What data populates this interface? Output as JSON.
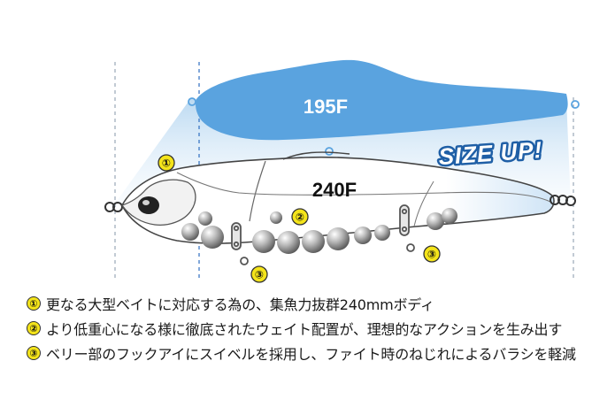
{
  "labels": {
    "small_model": "195F",
    "large_model": "240F",
    "headline": "SIZE UP!"
  },
  "markers": [
    "①",
    "②",
    "③",
    "③"
  ],
  "callouts": [
    {
      "num": "①",
      "text": "更なる大型ベイトに対応する為の、集魚力抜群240mmボディ"
    },
    {
      "num": "②",
      "text": "より低重心になる様に徹底されたウェイト配置が、理想的なアクションを生み出す"
    },
    {
      "num": "③",
      "text": "ベリー部のフックアイにスイベルを採用し、ファイト時のねじれによるバラシを軽減"
    }
  ],
  "colors": {
    "small_body": "#5aa3df",
    "headline": "#1f5fa6",
    "marker": "#f4e41a",
    "guide_gray": "#9aa8b8",
    "guide_blue": "#2f6fc0"
  }
}
